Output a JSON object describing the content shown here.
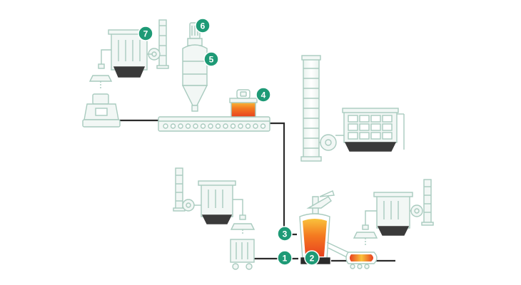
{
  "colors": {
    "outline": "#a9cbbf",
    "fill_light": "#f2f7f5",
    "fill_mid": "#e4efeb",
    "pipe": "#2b2b2b",
    "dust": "#3a3a3a",
    "badge": "#1e9a76",
    "hot_top": "#f9c23c",
    "hot_mid": "#f47a20",
    "hot_bottom": "#e8411f"
  },
  "badges": [
    {
      "id": "badge-1",
      "label": "1"
    },
    {
      "id": "badge-2",
      "label": "2"
    },
    {
      "id": "badge-3",
      "label": "3"
    },
    {
      "id": "badge-4",
      "label": "4"
    },
    {
      "id": "badge-5",
      "label": "5"
    },
    {
      "id": "badge-6",
      "label": "6"
    },
    {
      "id": "badge-7",
      "label": "7"
    }
  ]
}
